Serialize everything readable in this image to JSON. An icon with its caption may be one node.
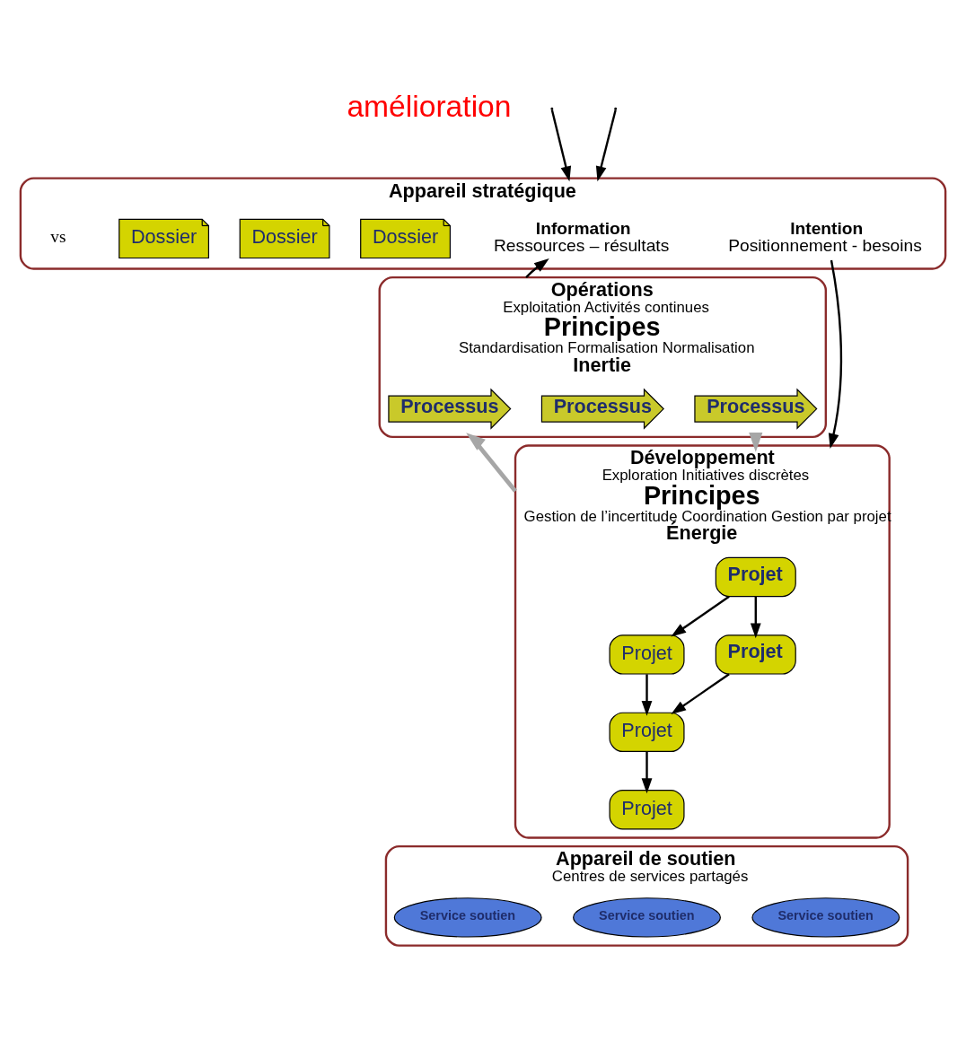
{
  "diagram": {
    "nodes": [
      {
        "text": [
          "Appareil stratégique"
        ]
      },
      {
        "text": [
          "Information",
          "Ressources – résultats"
        ],
        "in": 0
      },
      {
        "text": [
          "Intention",
          "Positionnement - besoins"
        ],
        "in": 0
      },
      {
        "text": [
          "Dossier"
        ],
        "in": 0
      },
      {
        "text": [
          "Dossier"
        ],
        "in": 0
      },
      {
        "text": [
          "Dossier"
        ],
        "in": 0
      },
      {
        "text": [
          "Opérations",
          "Exploitation Activités continues",
          "Principes",
          "Standardisation Formalisation Normalisation",
          "Inertie"
        ]
      },
      {
        "text": [
          "Processus"
        ],
        "in": 6
      },
      {
        "text": [
          "Processus"
        ],
        "in": 6
      },
      {
        "text": [
          "Processus"
        ],
        "in": 6
      },
      {
        "text": [
          "Développement",
          "Exploration Initiatives discrètes",
          "Principes",
          "Gestion de l’incertitude Coordination Gestion par projet",
          "Énergie"
        ]
      },
      {
        "text": [
          "Projet"
        ],
        "in": 10
      },
      {
        "text": [
          "Projet"
        ],
        "in": 10
      },
      {
        "text": [
          "Projet"
        ],
        "in": 10
      },
      {
        "text": [
          "Projet"
        ],
        "in": 10
      },
      {
        "text": [
          "Projet"
        ],
        "in": 10
      },
      {
        "text": [
          "Appareil de soutien",
          "Centres de services partagés"
        ]
      },
      {
        "text": [
          "Service soutien"
        ],
        "in": 16
      },
      {
        "text": [
          "Service soutien"
        ],
        "in": 16
      },
      {
        "text": [
          "Service soutien"
        ],
        "in": 16
      }
    ],
    "edges": [
      {
        "from": null,
        "to": 0,
        "arrow": "to"
      },
      {
        "from": null,
        "to": 0,
        "arrow": "to"
      },
      {
        "from": 6,
        "to": 1,
        "arrow": "to"
      },
      {
        "from": 2,
        "to": 10,
        "arrow": "to"
      },
      {
        "from": 11,
        "to": 12,
        "arrow": "to"
      },
      {
        "from": 11,
        "to": 13,
        "arrow": "to"
      },
      {
        "from": 12,
        "to": 14,
        "arrow": "to"
      },
      {
        "from": 13,
        "to": 14,
        "arrow": "to"
      },
      {
        "from": 14,
        "to": 15,
        "arrow": "to"
      },
      {
        "from": 10,
        "to": 6,
        "arrow": "to",
        "style": "thick",
        "color": "#a6a6a6"
      },
      {
        "from": 6,
        "to": 10,
        "arrow": "to",
        "style": "thick",
        "color": "#a6a6a6"
      }
    ],
    "labels": [
      "vs",
      "amélioration"
    ]
  }
}
